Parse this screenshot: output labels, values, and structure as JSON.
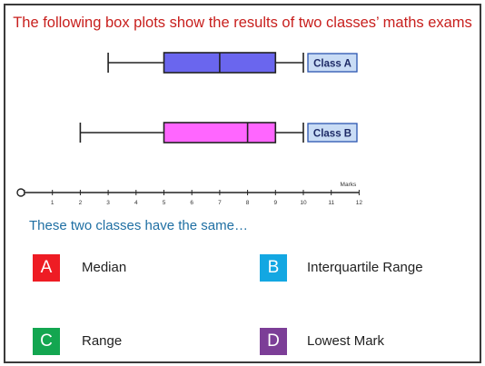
{
  "title": "The following box plots show the results of two classes’ maths exams",
  "question": "These two classes have the same…",
  "options": [
    {
      "letter": "A",
      "text": "Median",
      "color": "#ee1c24"
    },
    {
      "letter": "B",
      "text": "Interquartile Range",
      "color": "#13a7e2"
    },
    {
      "letter": "C",
      "text": "Range",
      "color": "#13a650"
    },
    {
      "letter": "D",
      "text": "Lowest Mark",
      "color": "#7c3e97"
    }
  ],
  "chart_data": {
    "type": "boxplot",
    "axis": {
      "label": "Marks",
      "min": 0,
      "max": 12,
      "ticks": [
        "0",
        "1",
        "2",
        "3",
        "4",
        "5",
        "6",
        "7",
        "8",
        "9",
        "10",
        "11",
        "12"
      ]
    },
    "series": [
      {
        "name": "Class A",
        "min": 3,
        "q1": 5,
        "median": 7,
        "q3": 9,
        "max": 10,
        "color": "#6a66ee"
      },
      {
        "name": "Class B",
        "min": 2,
        "q1": 5,
        "median": 8,
        "q3": 9,
        "max": 10,
        "color": "#ff66ff"
      }
    ],
    "label_box_color": "#c9dcf5"
  }
}
